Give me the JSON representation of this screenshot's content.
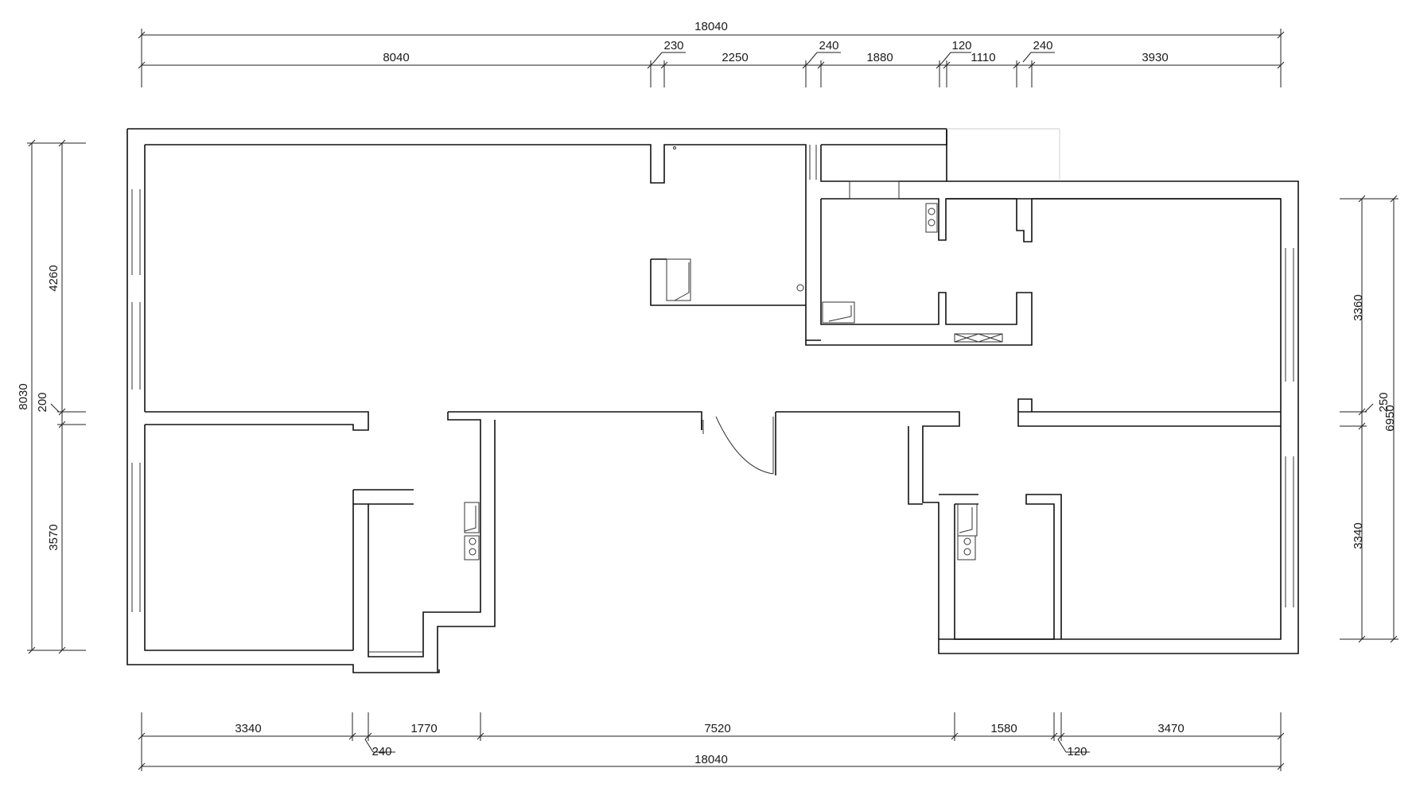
{
  "drawing": {
    "top_outer_total": "18040",
    "top_segments": [
      "8040",
      "230",
      "2250",
      "240",
      "1880",
      "120",
      "1110",
      "240",
      "3930"
    ],
    "bottom_segments": [
      "3340",
      "240",
      "1770",
      "7520",
      "1580",
      "120",
      "3470"
    ],
    "bottom_outer_total": "18040",
    "left_outer_total": "8030",
    "left_segments": [
      "4260",
      "200",
      "3570"
    ],
    "right_outer_total": "6950",
    "right_segments": [
      "3360",
      "250",
      "3340"
    ]
  },
  "colors": {
    "line": "#111111",
    "background": "#ffffff"
  }
}
